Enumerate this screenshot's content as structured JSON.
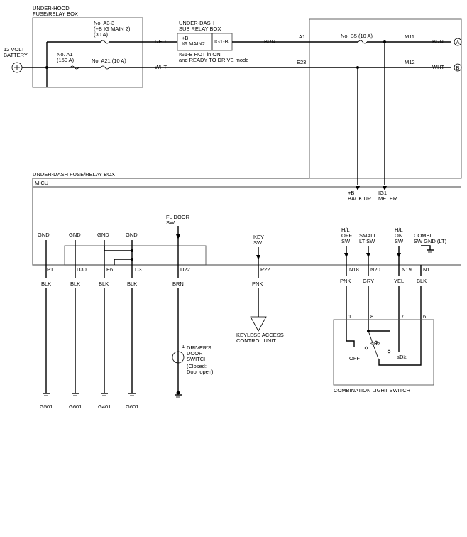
{
  "boxes": {
    "underhood": [
      "UNDER-HOOD",
      "FUSE/RELAY BOX"
    ],
    "subrelay": [
      "UNDER-DASH",
      "SUB RELAY BOX"
    ],
    "underdash": "UNDER-DASH FUSE/RELAY BOX",
    "micu": "MICU",
    "combo": "COMBINATION LIGHT SWITCH"
  },
  "battery": [
    "12 VOLT",
    "BATTERY"
  ],
  "fuses": {
    "a33": [
      "No. A3-3",
      "(+B IG MAIN 2)",
      "(30 A)"
    ],
    "a1": [
      "No. A1",
      "(150 A)"
    ],
    "a21": "No. A21 (10 A)",
    "b5": "No. B5 (10 A)"
  },
  "relay": {
    "pin_b": [
      "+B",
      "IG MAIN2"
    ],
    "pin_ig": "IG1-B",
    "note": [
      "IG1-B HOT in ON",
      "and READY TO DRIVE mode"
    ]
  },
  "wires": {
    "red": "RED",
    "wht": "WHT",
    "brn": "BRN",
    "brn_out": "BRN",
    "wht_out": "WHT"
  },
  "connectors": {
    "a1": "A1",
    "e23": "E23",
    "m11": "M11",
    "m12": "M12"
  },
  "refs": {
    "a": "A",
    "b": "B"
  },
  "micu_inputs": {
    "backup": [
      "+B",
      "BACK UP"
    ],
    "meter": [
      "IG1",
      "METER"
    ]
  },
  "pins": [
    {
      "top": [
        "GND"
      ],
      "pin": "P1",
      "wire": "BLK",
      "ground": "G501"
    },
    {
      "top": [
        "GND"
      ],
      "pin": "D30",
      "wire": "BLK",
      "ground": "G601"
    },
    {
      "top": [
        "GND"
      ],
      "pin": "E6",
      "wire": "BLK",
      "ground": "G401"
    },
    {
      "top": [
        "GND"
      ],
      "pin": "D3",
      "wire": "BLK",
      "ground": "G601"
    },
    {
      "top": [
        "FL DOOR",
        "SW"
      ],
      "pin": "D22",
      "wire": "BRN"
    },
    {
      "top": [
        "KEY",
        "SW"
      ],
      "pin": "P22",
      "wire": "PNK"
    },
    {
      "top": [
        "H/L",
        "OFF",
        "SW"
      ],
      "pin": "N18",
      "wire": "PNK",
      "pin2": "1"
    },
    {
      "top": [
        "SMALL",
        "LT SW"
      ],
      "pin": "N20",
      "wire": "GRY",
      "pin2": "8"
    },
    {
      "top": [
        "H/L",
        "ON",
        "SW"
      ],
      "pin": "N19",
      "wire": "YEL",
      "pin2": "7"
    },
    {
      "top": [
        "COMBI",
        "SW GND (LT)"
      ],
      "pin": "N1",
      "wire": "BLK",
      "pin2": "6"
    }
  ],
  "door_switch": {
    "pin": "1",
    "label": [
      "DRIVER'S",
      "DOOR",
      "SWITCH",
      "(Closed:",
      "Door open)"
    ]
  },
  "keyless": [
    "KEYLESS ACCESS",
    "CONTROL UNIT"
  ],
  "combo_switch": {
    "off": "OFF",
    "small": "≤D≥",
    "on": "≤D≥"
  }
}
